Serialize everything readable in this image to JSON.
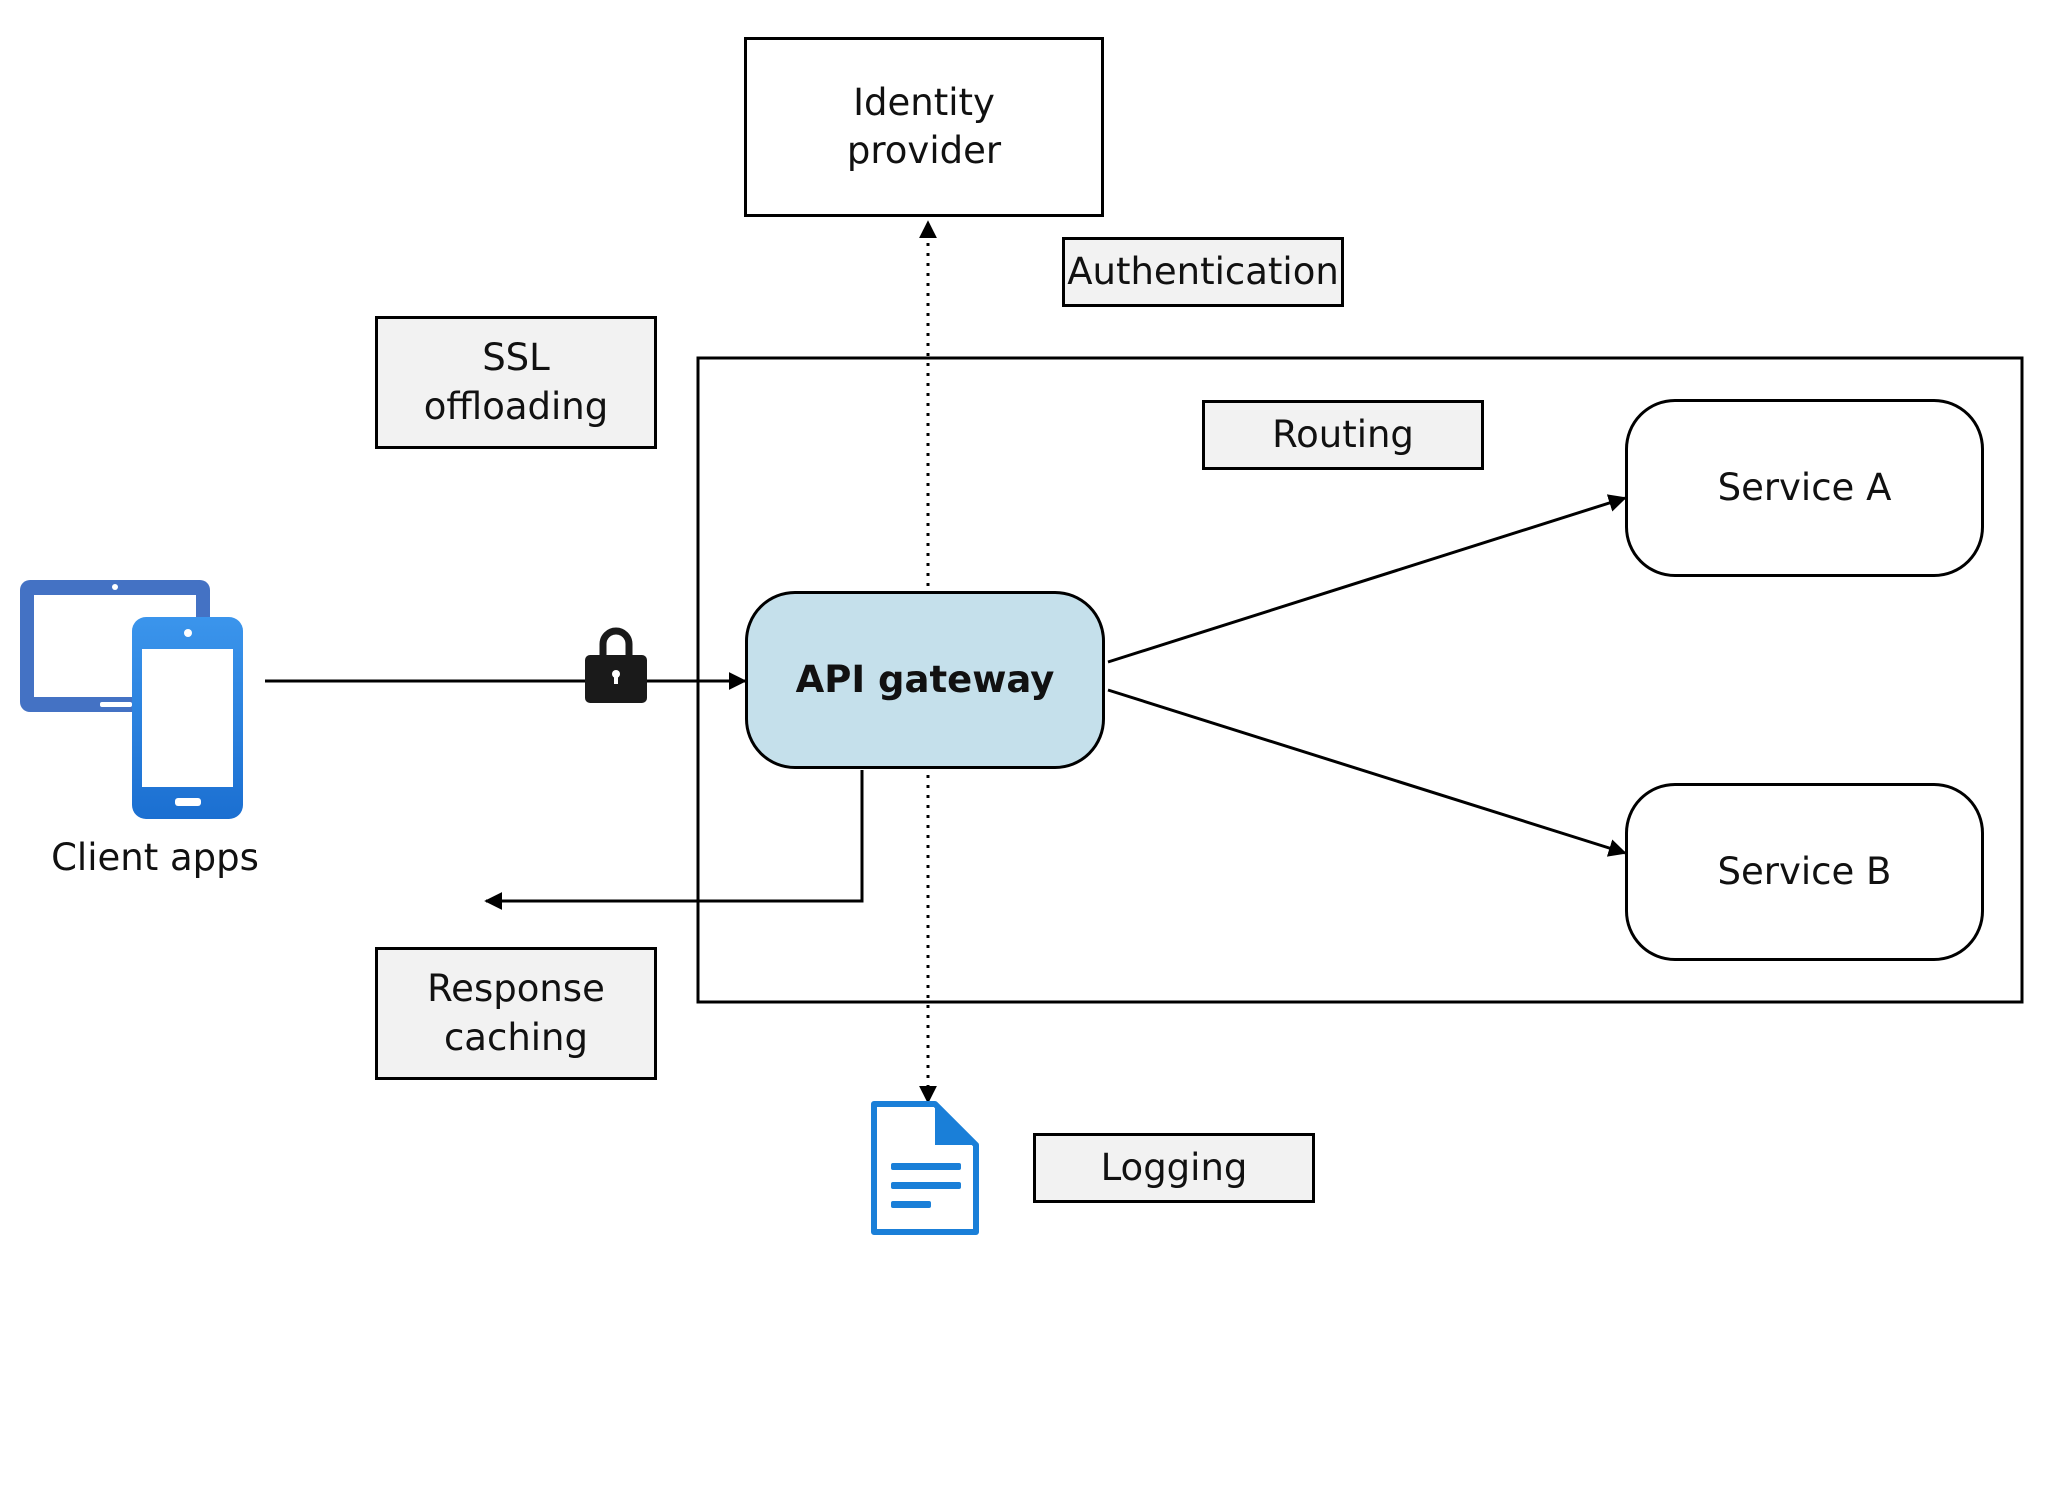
{
  "nodes": {
    "identity_provider": "Identity\nprovider",
    "authentication": "Authentication",
    "ssl_offloading": "SSL\noffloading",
    "routing": "Routing",
    "api_gateway": "API gateway",
    "service_a": "Service A",
    "service_b": "Service B",
    "response_caching": "Response\ncaching",
    "logging": "Logging",
    "client_apps": "Client apps"
  },
  "icons": {
    "client": "devices-icon",
    "lock": "lock-icon",
    "log": "document-icon"
  },
  "colors": {
    "gateway_fill": "#c5e0eb",
    "label_fill": "#f2f2f2",
    "icon_blue": "#1a7fd8",
    "icon_dark_blue": "#4472c4"
  }
}
